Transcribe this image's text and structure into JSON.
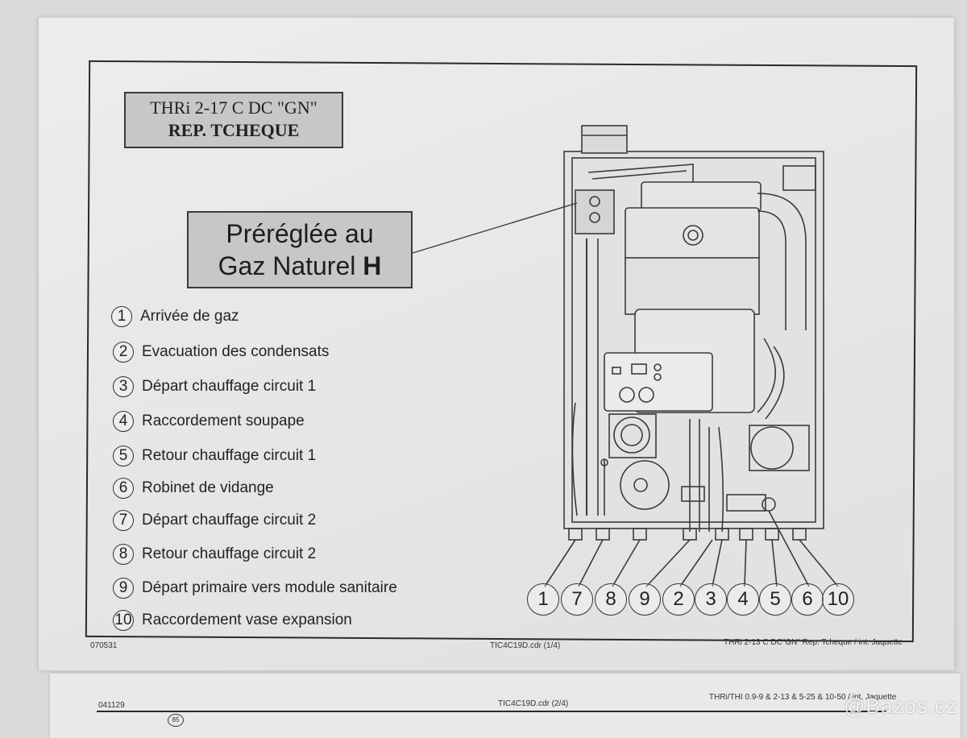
{
  "model_box": {
    "line1": "THRi 2-17 C DC \"GN\"",
    "line2": "REP. TCHEQUE"
  },
  "gas_box": {
    "line1": "Préréglée au",
    "line2_text": "Gaz Naturel ",
    "line2_bold": "H"
  },
  "legend": [
    {
      "num": "1",
      "label": "Arrivée de gaz"
    },
    {
      "num": "2",
      "label": "Evacuation des condensats"
    },
    {
      "num": "3",
      "label": "Départ chauffage circuit 1"
    },
    {
      "num": "4",
      "label": "Raccordement soupape"
    },
    {
      "num": "5",
      "label": "Retour chauffage circuit 1"
    },
    {
      "num": "6",
      "label": "Robinet de vidange"
    },
    {
      "num": "7",
      "label": "Départ chauffage circuit 2"
    },
    {
      "num": "8",
      "label": "Retour chauffage circuit 2"
    },
    {
      "num": "9",
      "label": "Départ primaire vers module sanitaire"
    },
    {
      "num": "10",
      "label": "Raccordement vase expansion"
    }
  ],
  "connection_order": [
    "1",
    "7",
    "8",
    "9",
    "2",
    "3",
    "4",
    "5",
    "6",
    "10"
  ],
  "footer": {
    "left_code": "070531",
    "center_file": "TIC4C19D.cdr (1/4)",
    "right_ref": "THRi 2-13 C DC\"GN\" Rep. Tcheque / int. Jaquette"
  },
  "second_sheet": {
    "left_code": "041129",
    "center_file": "TIC4C19D.cdr (2/4)",
    "right_ref": "THRi/THI 0.9-9 & 2-13 & 5-25 & 10-50 / int. Jaquette",
    "circle_label": "85"
  },
  "watermark": "@Bazos.cz",
  "colors": {
    "paper": "#ecebe9",
    "label_box": "#c9c7c5",
    "ink": "#222222"
  }
}
